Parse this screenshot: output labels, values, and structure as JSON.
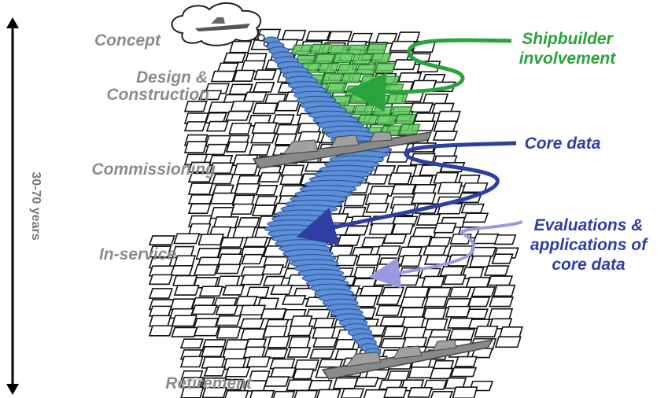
{
  "timeline": {
    "duration_label": "30-70 years"
  },
  "stages": [
    {
      "id": "concept",
      "label": "Concept"
    },
    {
      "id": "design",
      "label_lines": [
        "Design &",
        "Construction"
      ]
    },
    {
      "id": "commissioning",
      "label": "Commissioning"
    },
    {
      "id": "in-service",
      "label": "In-service"
    },
    {
      "id": "retirement",
      "label": "Retirement"
    }
  ],
  "callouts": {
    "shipbuilder": {
      "lines": [
        "Shipbuilder",
        "involvement"
      ],
      "color": "#2aa33a"
    },
    "core": {
      "lines": [
        "Core data"
      ],
      "color": "#2f3ea5"
    },
    "evaluations": {
      "lines": [
        "Evaluations &",
        "applications of",
        "core data"
      ],
      "color": "#2f3ea5"
    }
  },
  "colors": {
    "document_fill": "#ffffff",
    "document_stroke": "#111111",
    "shipbuilder_fill": "#5cc95a",
    "core_spiral_fill": "#5b8fd6",
    "core_spiral_stroke": "#2a4d9a",
    "evaluation_arrow": "#9a9ae0",
    "ship": "#8a8a8a"
  }
}
